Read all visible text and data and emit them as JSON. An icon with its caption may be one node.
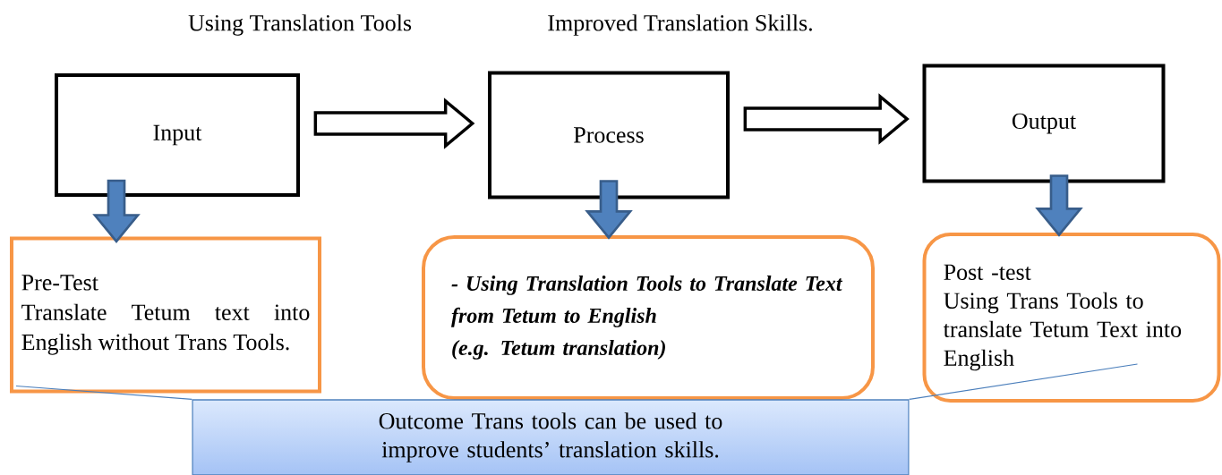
{
  "diagram": {
    "nodes": [
      {
        "text": [
          "Input"
        ]
      },
      {
        "text": [
          "Process"
        ]
      },
      {
        "text": [
          "Output"
        ]
      },
      {
        "text": [
          "Pre-Test",
          "Translate Tetum text into English without Trans Tools."
        ]
      },
      {
        "text": [
          "- Using Translation Tools to Translate Text from Tetum to English",
          "(e.g. Tetum translation)"
        ]
      },
      {
        "text": [
          "Post -test",
          "Using Trans Tools to translate Tetum Text into English"
        ]
      },
      {
        "text": [
          "Outcome Trans tools can be used to improve students’ translation skills."
        ]
      }
    ],
    "edges": [
      {
        "from": 0,
        "to": 1,
        "arrow": "to",
        "color": "#000000"
      },
      {
        "from": 1,
        "to": 2,
        "arrow": "to",
        "color": "#000000"
      },
      {
        "from": 0,
        "to": 3,
        "arrow": "to"
      },
      {
        "from": 1,
        "to": 4,
        "arrow": "to"
      },
      {
        "from": 2,
        "to": 5,
        "arrow": "to"
      },
      {
        "from": 6,
        "to": 3,
        "arrow": "none"
      },
      {
        "from": 6,
        "to": 5,
        "arrow": "none"
      }
    ],
    "labels": [
      "Using Translation Tools",
      "Improved Translation Skills."
    ]
  }
}
